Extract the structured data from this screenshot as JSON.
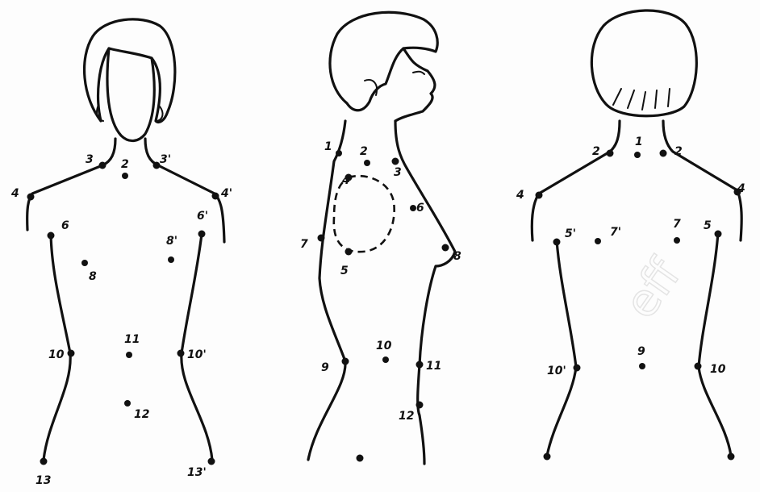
{
  "figures": [
    {
      "view": "front",
      "points": [
        {
          "label": "3"
        },
        {
          "label": "2"
        },
        {
          "label": "3'"
        },
        {
          "label": "4"
        },
        {
          "label": "4'"
        },
        {
          "label": "6"
        },
        {
          "label": "6'"
        },
        {
          "label": "8"
        },
        {
          "label": "8'"
        },
        {
          "label": "10"
        },
        {
          "label": "10'"
        },
        {
          "label": "11"
        },
        {
          "label": "12"
        },
        {
          "label": "13"
        },
        {
          "label": "13'"
        }
      ]
    },
    {
      "view": "side",
      "points": [
        {
          "label": "1"
        },
        {
          "label": "2"
        },
        {
          "label": "3"
        },
        {
          "label": "4"
        },
        {
          "label": "5"
        },
        {
          "label": "6"
        },
        {
          "label": "7"
        },
        {
          "label": "8"
        },
        {
          "label": "9"
        },
        {
          "label": "10"
        },
        {
          "label": "11"
        },
        {
          "label": "12"
        }
      ]
    },
    {
      "view": "back",
      "points": [
        {
          "label": "2"
        },
        {
          "label": "1"
        },
        {
          "label": "2"
        },
        {
          "label": "4"
        },
        {
          "label": "4"
        },
        {
          "label": "5'"
        },
        {
          "label": "7'"
        },
        {
          "label": "7"
        },
        {
          "label": "5"
        },
        {
          "label": "10'"
        },
        {
          "label": "9"
        },
        {
          "label": "10"
        }
      ]
    }
  ],
  "watermark": "eff"
}
